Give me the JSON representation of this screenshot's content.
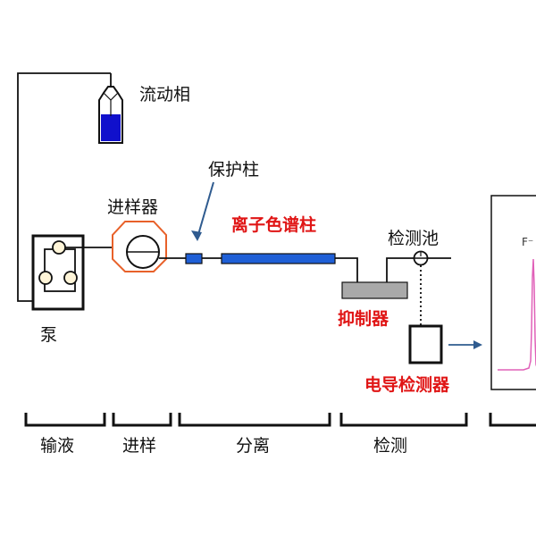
{
  "components": {
    "mobile_phase": "流动相",
    "guard_column": "保护柱",
    "injector": "进样器",
    "ion_column": "离子色谱柱",
    "detection_cell": "检测池",
    "pump": "泵",
    "suppressor": "抑制器",
    "conductivity_detector": "电导检测器"
  },
  "stages": [
    "输液",
    "进样",
    "分离",
    "检测"
  ],
  "chromatogram": {
    "peak_label": "F⁻"
  },
  "colors": {
    "line": "#111111",
    "accent_red": "#e01515",
    "column_blue": "#1f5fd6",
    "mobile_phase_blue": "#1010cc",
    "suppressor_gray": "#a9a9a9",
    "arrow_blue": "#2f5b8f",
    "peak_pink": "#e060b8",
    "injector_orange": "#e8612a"
  }
}
